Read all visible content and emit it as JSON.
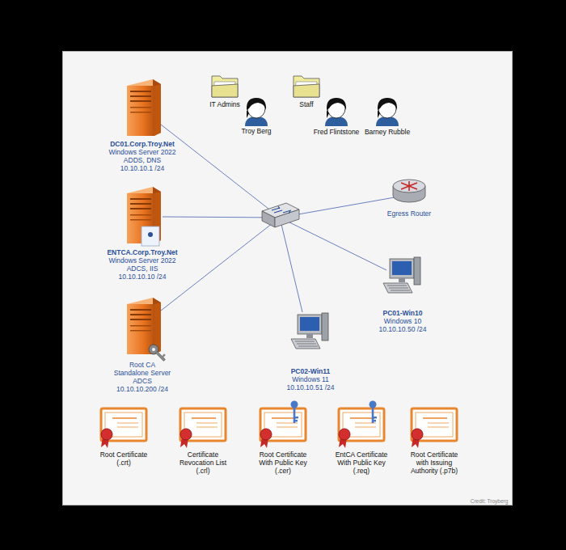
{
  "diagram": {
    "nodes": [
      {
        "text": [
          "DC01.Corp.Troy.Net",
          "Windows Server 2022",
          "ADDS, DNS",
          "10.10.10.1 /24"
        ]
      },
      {
        "text": [
          "ENTCA.Corp.Troy.Net",
          "Windows Server 2022",
          "ADCS, IIS",
          "10.10.10.10 /24"
        ]
      },
      {
        "text": [
          "Egress Router"
        ]
      },
      {
        "text": [
          "PC01-Win10",
          "Windows 10",
          "10.10.10.50 /24"
        ]
      },
      {
        "text": [
          "Root CA",
          "Standalone Server",
          "ADCS",
          "10.10.10.200 /24"
        ]
      },
      {
        "text": [
          "PC02-Win11",
          "Windows 11",
          "10.10.10.51 /24"
        ]
      }
    ],
    "labels": [
      "IT Admins",
      "Troy Berg",
      "Staff",
      "Fred Flintstone",
      "Barney Rubble",
      "Root Certificate (.crt)",
      "Certificate Revocation List (.crl)",
      "Root Certificate With Public Key (.cer)",
      "EntCA Certificate With Public Key (.req)",
      "Root Certificate with Issuing Authority (.p7b)",
      "Credit: Troyberg"
    ]
  }
}
